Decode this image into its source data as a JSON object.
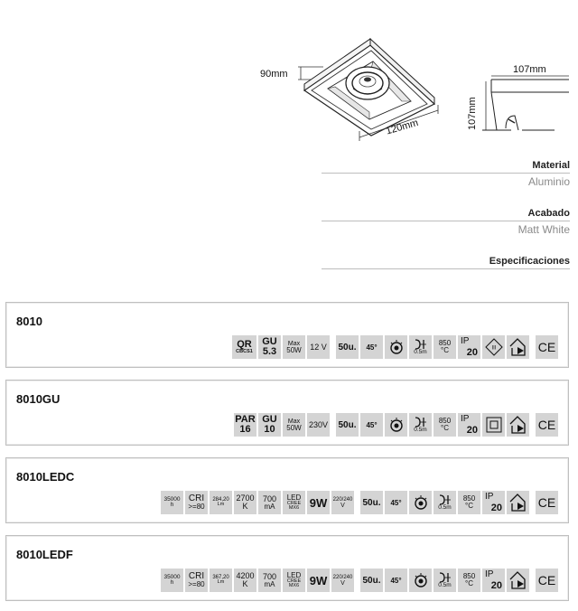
{
  "dimensions": {
    "height": "90mm",
    "width": "120mm",
    "side_width": "107mm",
    "side_height": "107mm"
  },
  "specs": [
    {
      "label": "Material",
      "value": "Aluminio"
    },
    {
      "label": "Acabado",
      "value": "Matt White"
    },
    {
      "label": "Especificaciones",
      "value": ""
    }
  ],
  "icon_text": {
    "qr": "QR",
    "cbcs1": "CBCS1",
    "gu": "GU",
    "gu53": "5.3",
    "gu10": "10",
    "par": "PAR",
    "par16": "16",
    "max": "Max",
    "w50": "50W",
    "v12": "12 V",
    "v230": "230V",
    "pack": "50u.",
    "deg": "45°",
    "dist": "0.5m",
    "temp": "850",
    "tempunit": "°C",
    "ip": "IP",
    "ip20": "20",
    "ce": "CE",
    "cls3": "III",
    "hrs": "35000",
    "h": "h",
    "cri": "CRI",
    "cri80": ">=80",
    "lm1": "284,20",
    "lm2": "367,20",
    "lm": "Lm",
    "k1": "2700",
    "k2": "4200",
    "k": "K",
    "ma": "700",
    "maunit": "mA",
    "led": "LED",
    "cree": "CREE",
    "mx6": "MX6",
    "w9": "9W",
    "v220": "220/240",
    "v": "V"
  },
  "products": [
    {
      "code": "8010"
    },
    {
      "code": "8010GU"
    },
    {
      "code": "8010LEDC"
    },
    {
      "code": "8010LEDF"
    }
  ]
}
